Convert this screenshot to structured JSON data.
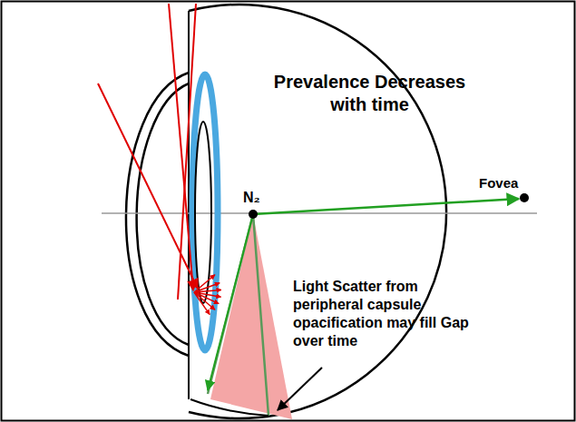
{
  "diagram": {
    "labels": [
      "Prevalence Decreases with time",
      "N₂",
      "Fovea",
      "Light Scatter from peripheral capsule opacification may fill Gap over time"
    ]
  }
}
